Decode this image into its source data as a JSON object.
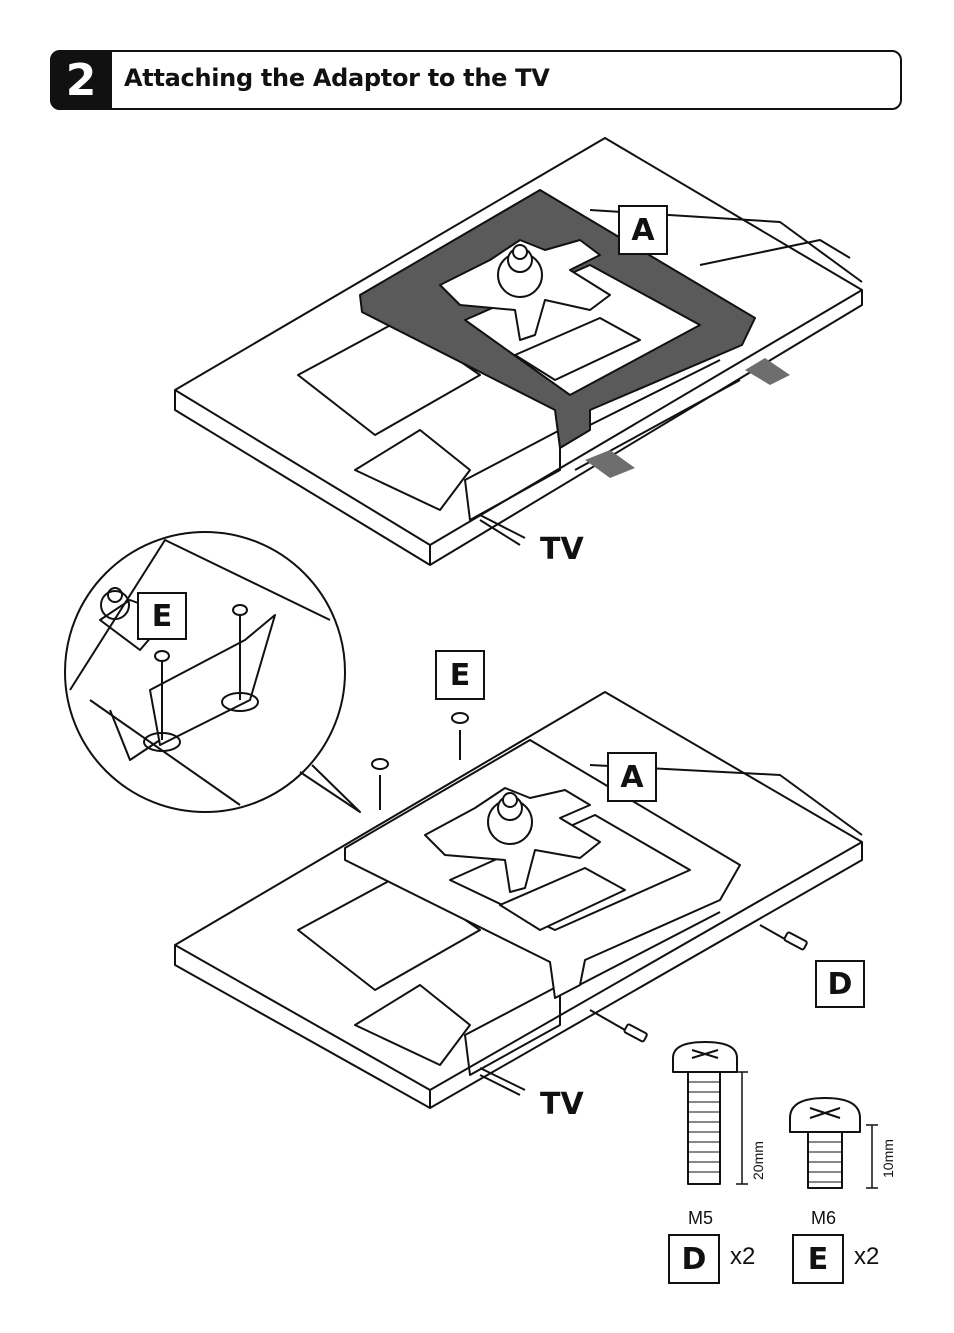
{
  "step": {
    "number": "2",
    "title": "Attaching the Adaptor to the TV"
  },
  "labels": {
    "part_a": "A",
    "part_d": "D",
    "part_e": "E",
    "tv": "TV"
  },
  "hardware": [
    {
      "part": "D",
      "size": "M5",
      "length": "20mm",
      "quantity": "x2"
    },
    {
      "part": "E",
      "size": "M6",
      "length": "10mm",
      "quantity": "x2"
    }
  ],
  "colors": {
    "ink": "#111111",
    "plate": "#5a5a5a",
    "arrow": "#6e6e6e"
  }
}
